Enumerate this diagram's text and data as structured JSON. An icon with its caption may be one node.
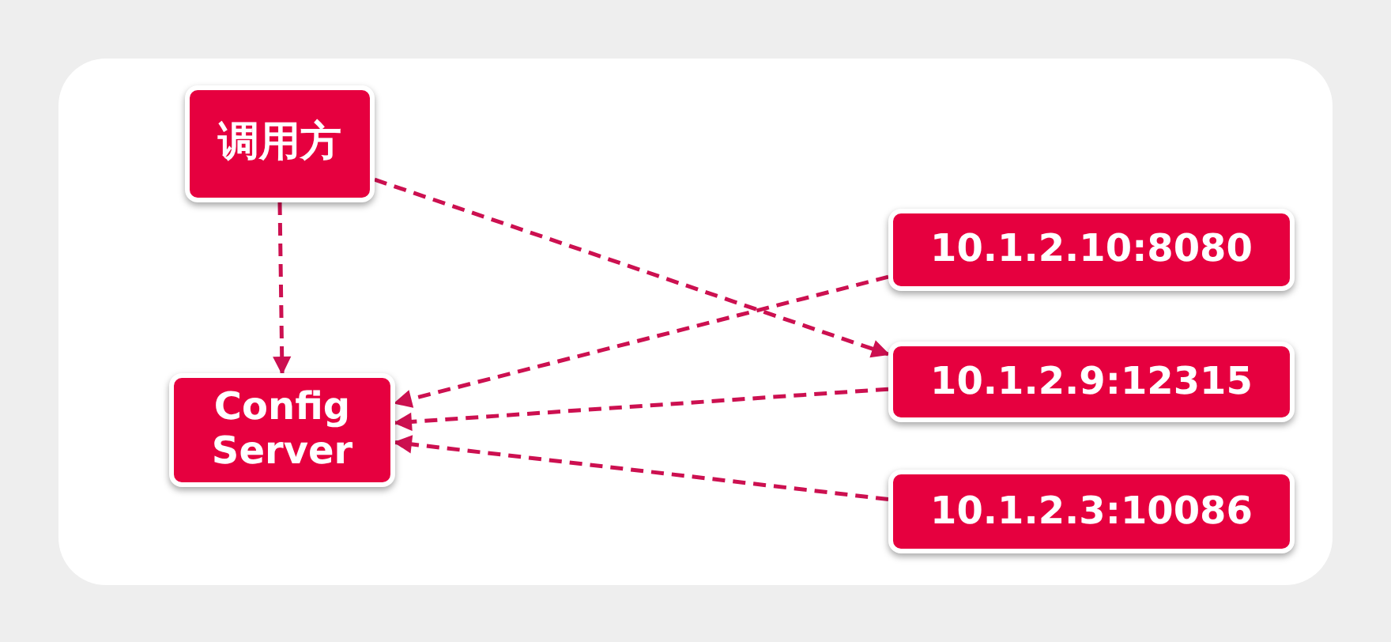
{
  "diagram": {
    "nodes": [
      {
        "text": [
          "调用方"
        ]
      },
      {
        "text": [
          "Config Server"
        ]
      },
      {
        "text": [
          "10.1.2.10:8080"
        ]
      },
      {
        "text": [
          "10.1.2.9:12315"
        ]
      },
      {
        "text": [
          "10.1.2.3:10086"
        ]
      }
    ],
    "edges": [
      {
        "from": 0,
        "to": 1,
        "arrow": "to",
        "style": "dashed"
      },
      {
        "from": 0,
        "to": 3,
        "arrow": "to",
        "style": "dashed"
      },
      {
        "from": 2,
        "to": 1,
        "arrow": "to",
        "style": "dashed"
      },
      {
        "from": 3,
        "to": 1,
        "arrow": "to",
        "style": "dashed"
      },
      {
        "from": 4,
        "to": 1,
        "arrow": "to",
        "style": "dashed"
      }
    ]
  }
}
